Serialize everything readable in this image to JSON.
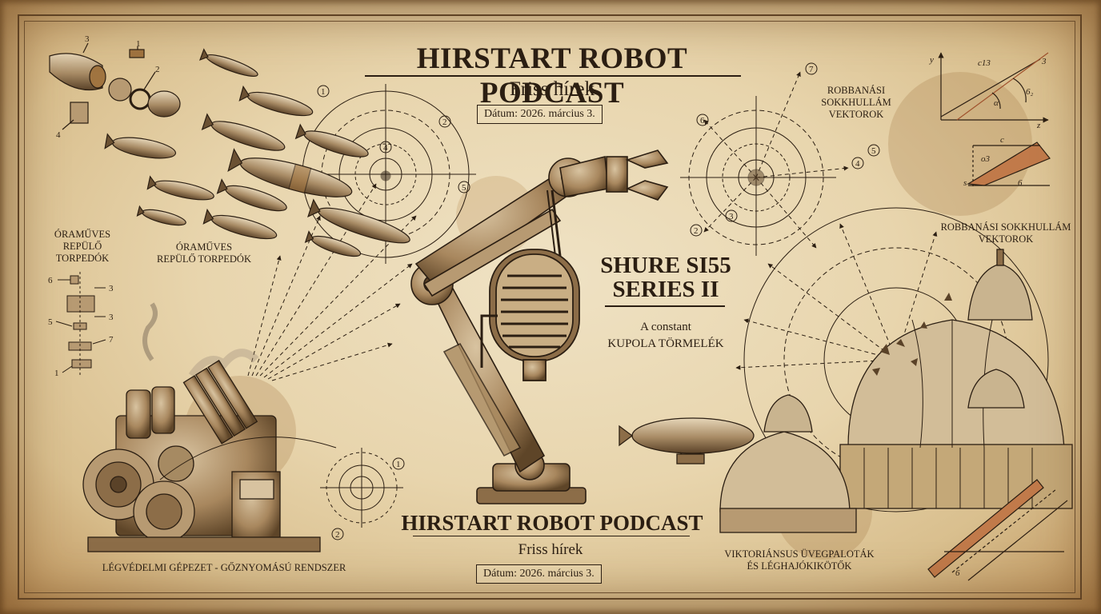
{
  "header": {
    "title": "HIRSTART ROBOT PODCAST",
    "subtitle": "Friss hírek",
    "date": "Dátum: 2026. március 3."
  },
  "footer": {
    "title": "HIRSTART ROBOT PODCAST",
    "subtitle": "Friss hírek",
    "date": "Dátum: 2026. március 3."
  },
  "microphone": {
    "model_line1": "SHURE SI55",
    "model_line2": "SERIES II",
    "caption_line1": "A constant",
    "caption_line2": "KUPOLA TÖRMELÉK"
  },
  "labels": {
    "torpedoes_left": "ÓRAMŰVES REPÜLŐ TORPEDÓK",
    "torpedoes_mid": "ÓRAMŰVES REPÜLŐ TORPEDÓK",
    "blast_top": "ROBBANÁSI SOKKHULLÁM VEKTOROK",
    "blast_right": "ROBBANÁSI SOKKHULLÁM VEKTOROK",
    "machine": "LÉGVÉDELMI GÉPEZET - GŐZNYOMÁSÚ RENDSZER",
    "palaces": "VIKTORIÁNSUS ÜVEGPALOTÁK ÉS LÉGHAJÓKIKÖTŐK"
  },
  "diagram_numbers": {
    "parts_top": [
      "3",
      "1",
      "2",
      "4"
    ],
    "parts_left": [
      "6",
      "3",
      "5",
      "3",
      "7",
      "1"
    ],
    "target_left": [
      "1",
      "2",
      "4",
      "5"
    ],
    "target_right": [
      "7",
      "6",
      "4",
      "5",
      "3",
      "2"
    ],
    "crosshair_bottom": [
      "1",
      "2"
    ]
  },
  "math_labels": {
    "top_graph": [
      "y",
      "c13",
      "3",
      "α",
      "6₂",
      "z"
    ],
    "mid_graph": [
      "c",
      "o3",
      "s",
      "6"
    ],
    "bottom_graph": [
      "6"
    ]
  },
  "colors": {
    "paper": "#e8d5ad",
    "ink": "#2b1e12",
    "burnt_edge": "#b98d55",
    "copper": "#b5794a"
  }
}
